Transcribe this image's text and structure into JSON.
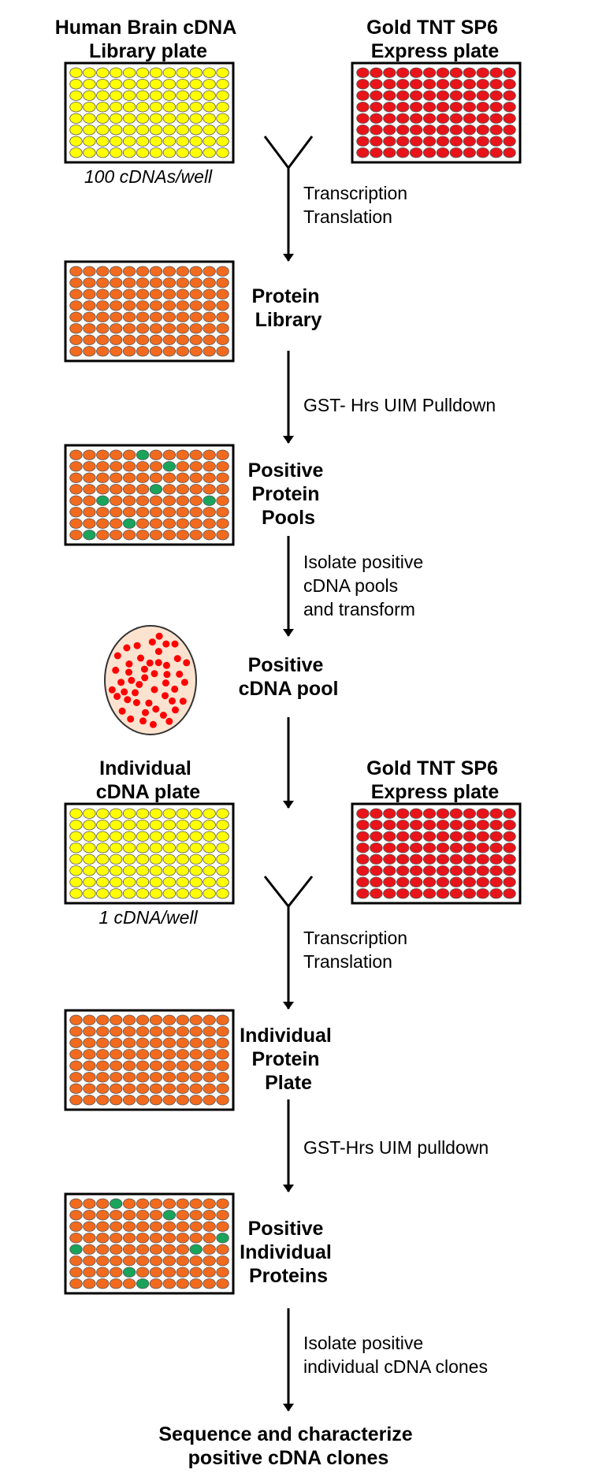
{
  "colors": {
    "yellow_well": "#ffff00",
    "red_well": "#e8141a",
    "orange_well": "#f26a1e",
    "green_well": "#1aa35a",
    "colony": "#ff0000",
    "petri_fill": "#fbe3d0",
    "plate_bg": "#ffffff",
    "stroke": "#000000"
  },
  "labels": {
    "human_brain_plate": [
      "Human Brain cDNA",
      "Library plate"
    ],
    "gold_tnt_1": [
      "Gold TNT SP6",
      "Express plate"
    ],
    "note_100": "100 cDNAs/well",
    "transcription_1": [
      "Transcription",
      "Translation"
    ],
    "protein_library": [
      "Protein",
      "Library"
    ],
    "pulldown_1": "GST- Hrs UIM Pulldown",
    "positive_protein_pools": [
      "Positive",
      "Protein",
      "Pools"
    ],
    "isolate_pools": [
      "Isolate positive",
      "cDNA pools",
      "and transform"
    ],
    "positive_cdna_pool": [
      "Positive",
      "cDNA pool"
    ],
    "individual_cdna_plate": [
      "Individual",
      "cDNA plate"
    ],
    "gold_tnt_2": [
      "Gold TNT SP6",
      "Express plate"
    ],
    "note_1": "1 cDNA/well",
    "transcription_2": [
      "Transcription",
      "Translation"
    ],
    "individual_protein_plate": [
      "Individual",
      "Protein",
      "Plate"
    ],
    "pulldown_2": "GST-Hrs UIM pulldown",
    "positive_individual_proteins": [
      "Positive",
      "Individual",
      "Proteins"
    ],
    "isolate_clones": [
      "Isolate positive",
      "individual cDNA clones"
    ],
    "final": [
      "Sequence and characterize",
      "positive cDNA clones"
    ]
  },
  "plates": {
    "library": {
      "color": "yellow_well",
      "green": []
    },
    "gold1": {
      "color": "red_well",
      "green": []
    },
    "protein_library": {
      "color": "orange_well",
      "green": []
    },
    "positive_pools": {
      "color": "orange_well",
      "green": [
        [
          0,
          5
        ],
        [
          1,
          7
        ],
        [
          3,
          6
        ],
        [
          4,
          2
        ],
        [
          4,
          10
        ],
        [
          6,
          4
        ],
        [
          7,
          1
        ]
      ]
    },
    "individual_cdna": {
      "color": "yellow_well",
      "green": []
    },
    "gold2": {
      "color": "red_well",
      "green": []
    },
    "individual_protein": {
      "color": "orange_well",
      "green": []
    },
    "positive_individual": {
      "color": "orange_well",
      "green": [
        [
          0,
          3
        ],
        [
          1,
          7
        ],
        [
          3,
          11
        ],
        [
          4,
          0
        ],
        [
          4,
          9
        ],
        [
          6,
          4
        ],
        [
          7,
          5
        ]
      ]
    }
  }
}
